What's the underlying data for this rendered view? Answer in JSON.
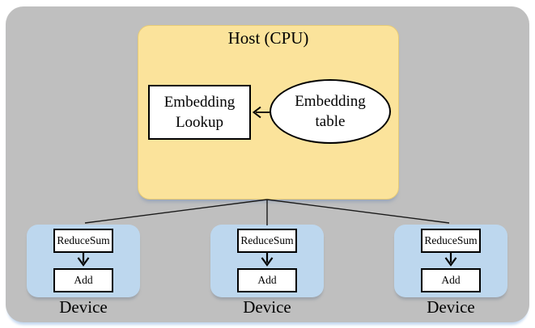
{
  "host": {
    "title": "Host (CPU)",
    "embedding_lookup": {
      "lines": [
        "Embedding",
        "Lookup"
      ]
    },
    "embedding_table": {
      "lines": [
        "Embedding",
        "table"
      ]
    }
  },
  "devices": [
    {
      "label": "Device",
      "ops": [
        "ReduceSum",
        "Add"
      ]
    },
    {
      "label": "Device",
      "ops": [
        "ReduceSum",
        "Add"
      ]
    },
    {
      "label": "Device",
      "ops": [
        "ReduceSum",
        "Add"
      ]
    }
  ],
  "colors": {
    "page_bg": "#ffffff",
    "panel_gray": "#bfbfbf",
    "host_yellow": "#fbe39b",
    "device_blue": "#bdd7ee",
    "shadow_blue": "#c3d8f0",
    "node_fill": "#ffffff",
    "line_color": "#1a1a1a"
  }
}
